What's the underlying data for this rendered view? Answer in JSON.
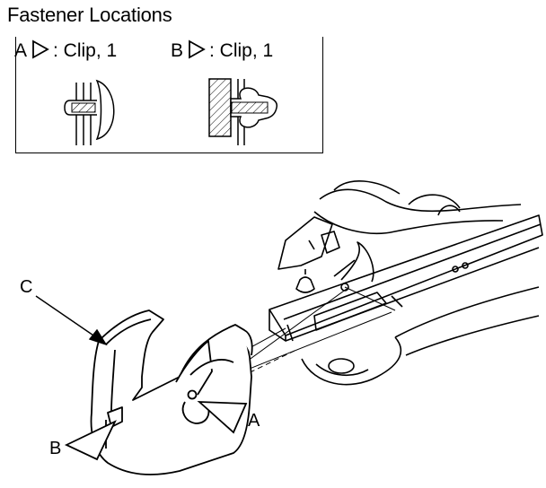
{
  "title": "Fastener Locations",
  "legend": {
    "a": {
      "letter": "A",
      "text": ": Clip, 1",
      "icon": "triangle-marker-icon"
    },
    "b": {
      "letter": "B",
      "text": ": Clip, 1",
      "icon": "triangle-marker-icon"
    }
  },
  "callouts": {
    "c": "C",
    "b": "B",
    "a": "A"
  },
  "colors": {
    "line": "#000000",
    "background": "#ffffff"
  }
}
